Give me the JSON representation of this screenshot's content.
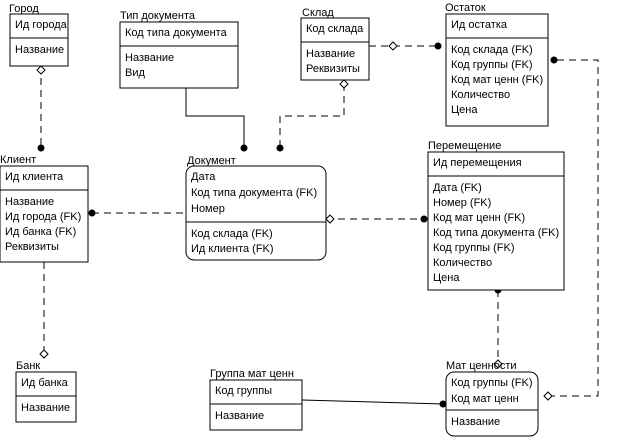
{
  "entities": [
    {
      "id": "gorod",
      "title": "Город",
      "keys": [
        "Ид города"
      ],
      "attrs": [
        "Название"
      ],
      "rounded": false
    },
    {
      "id": "tip",
      "title": "Тип документа",
      "keys": [
        "Код типа документа"
      ],
      "attrs": [
        "Название",
        "Вид"
      ],
      "rounded": false
    },
    {
      "id": "sklad",
      "title": "Склад",
      "keys": [
        "Код склада"
      ],
      "attrs": [
        "Название",
        "Реквизиты"
      ],
      "rounded": false
    },
    {
      "id": "ostatok",
      "title": "Остаток",
      "keys": [
        "Ид остатка"
      ],
      "attrs": [
        "Код склада (FK)",
        "Код группы (FK)",
        "Код мат ценн (FK)",
        "Количество",
        "Цена"
      ],
      "rounded": false
    },
    {
      "id": "klient",
      "title": "Клиент",
      "keys": [
        "Ид клиента"
      ],
      "attrs": [
        "Название",
        "Ид города (FK)",
        "Ид банка (FK)",
        "Реквизиты"
      ],
      "rounded": false
    },
    {
      "id": "dokument",
      "title": "Документ",
      "keys": [
        "Дата",
        "Код типа документа (FK)",
        "Номер"
      ],
      "attrs": [
        "Код склада (FK)",
        "Ид клиента (FK)"
      ],
      "rounded": true
    },
    {
      "id": "peremeshenie",
      "title": "Перемещение",
      "keys": [
        "Ид перемещения"
      ],
      "attrs": [
        "Дата (FK)",
        "Номер (FK)",
        "Код мат ценн (FK)",
        "Код типа документа (FK)",
        "Код группы (FK)",
        "Количество",
        "Цена"
      ],
      "rounded": false
    },
    {
      "id": "bank",
      "title": "Банк",
      "keys": [
        "Ид банка"
      ],
      "attrs": [
        "Название"
      ],
      "rounded": false
    },
    {
      "id": "gruppa",
      "title": "Группа мат ценн",
      "keys": [
        "Код группы"
      ],
      "attrs": [
        "Название"
      ],
      "rounded": false
    },
    {
      "id": "matcennosti",
      "title": "Мат ценности",
      "keys": [
        "Код группы (FK)",
        "Код мат ценн"
      ],
      "attrs": [
        "Название"
      ],
      "rounded": true
    }
  ]
}
